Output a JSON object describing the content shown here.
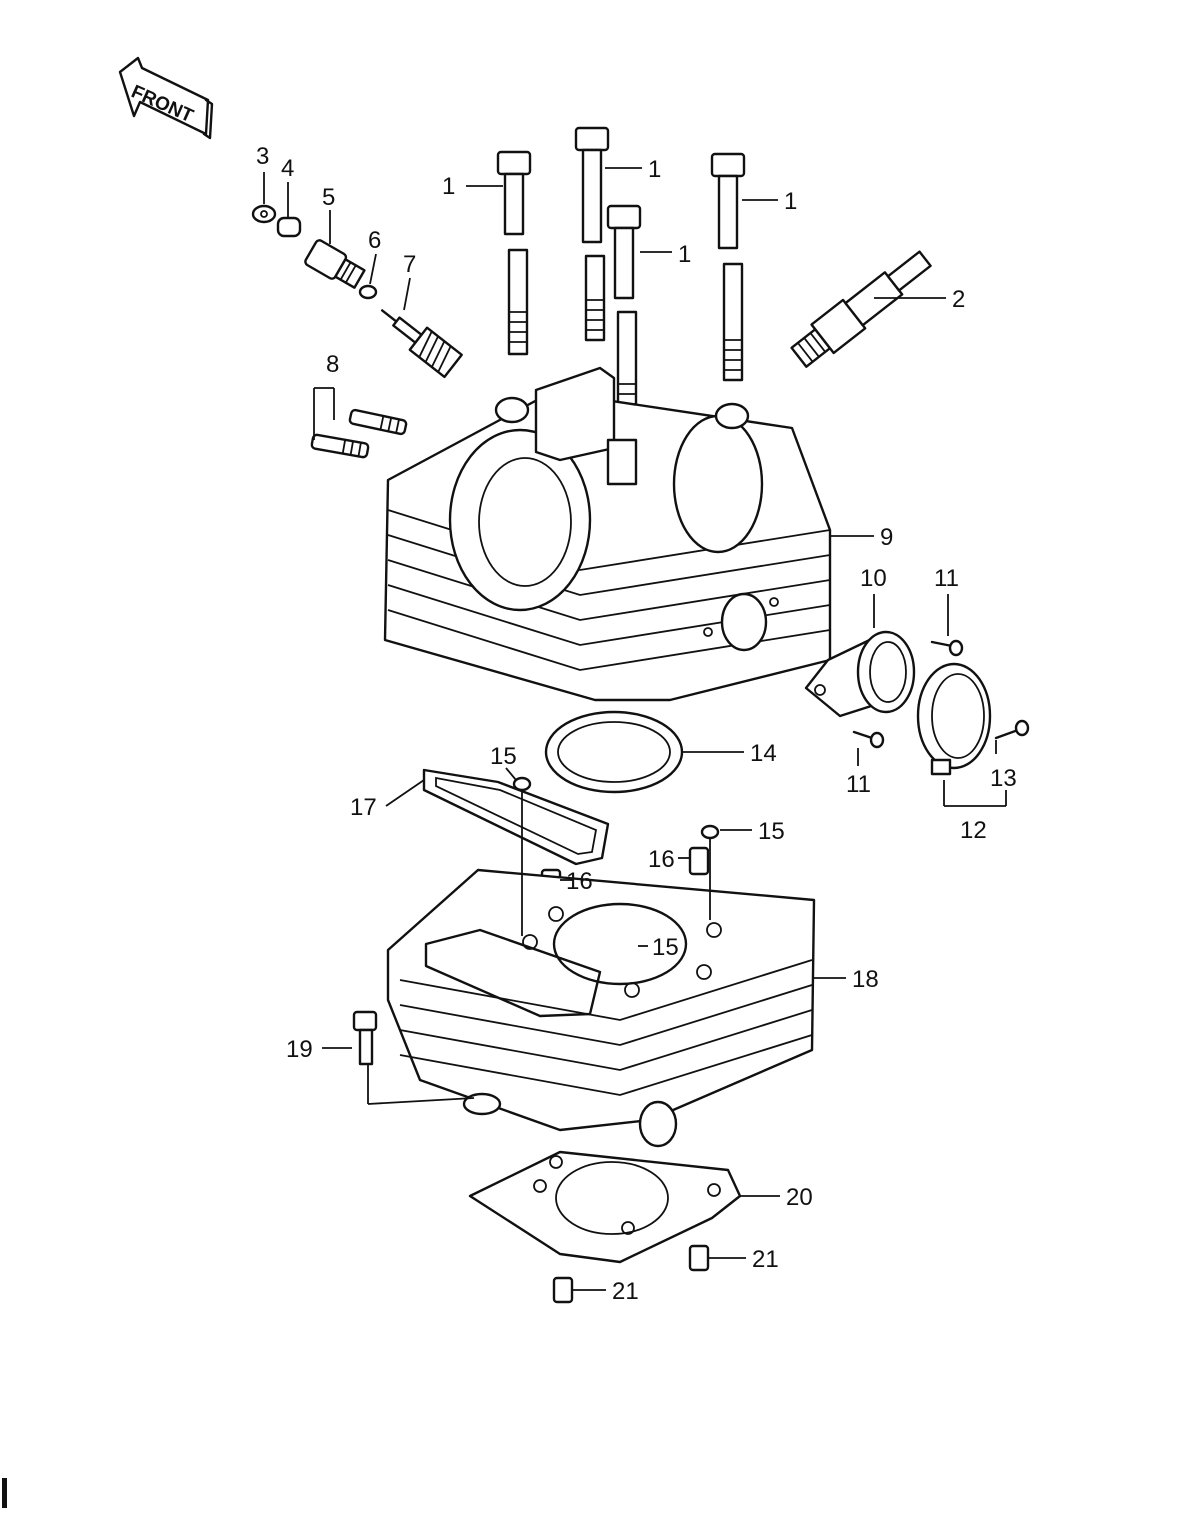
{
  "front_label": "FRONT",
  "callouts": {
    "c1a": "1",
    "c1b": "1",
    "c1c": "1",
    "c1d": "1",
    "c2": "2",
    "c3": "3",
    "c4": "4",
    "c5": "5",
    "c6": "6",
    "c7": "7",
    "c8": "8",
    "c9": "9",
    "c10": "10",
    "c11a": "11",
    "c11b": "11",
    "c12": "12",
    "c13": "13",
    "c14": "14",
    "c15a": "15",
    "c15b": "15",
    "c15c": "15",
    "c16a": "16",
    "c16b": "16",
    "c17": "17",
    "c18": "18",
    "c19": "19",
    "c20": "20",
    "c21a": "21",
    "c21b": "21"
  }
}
